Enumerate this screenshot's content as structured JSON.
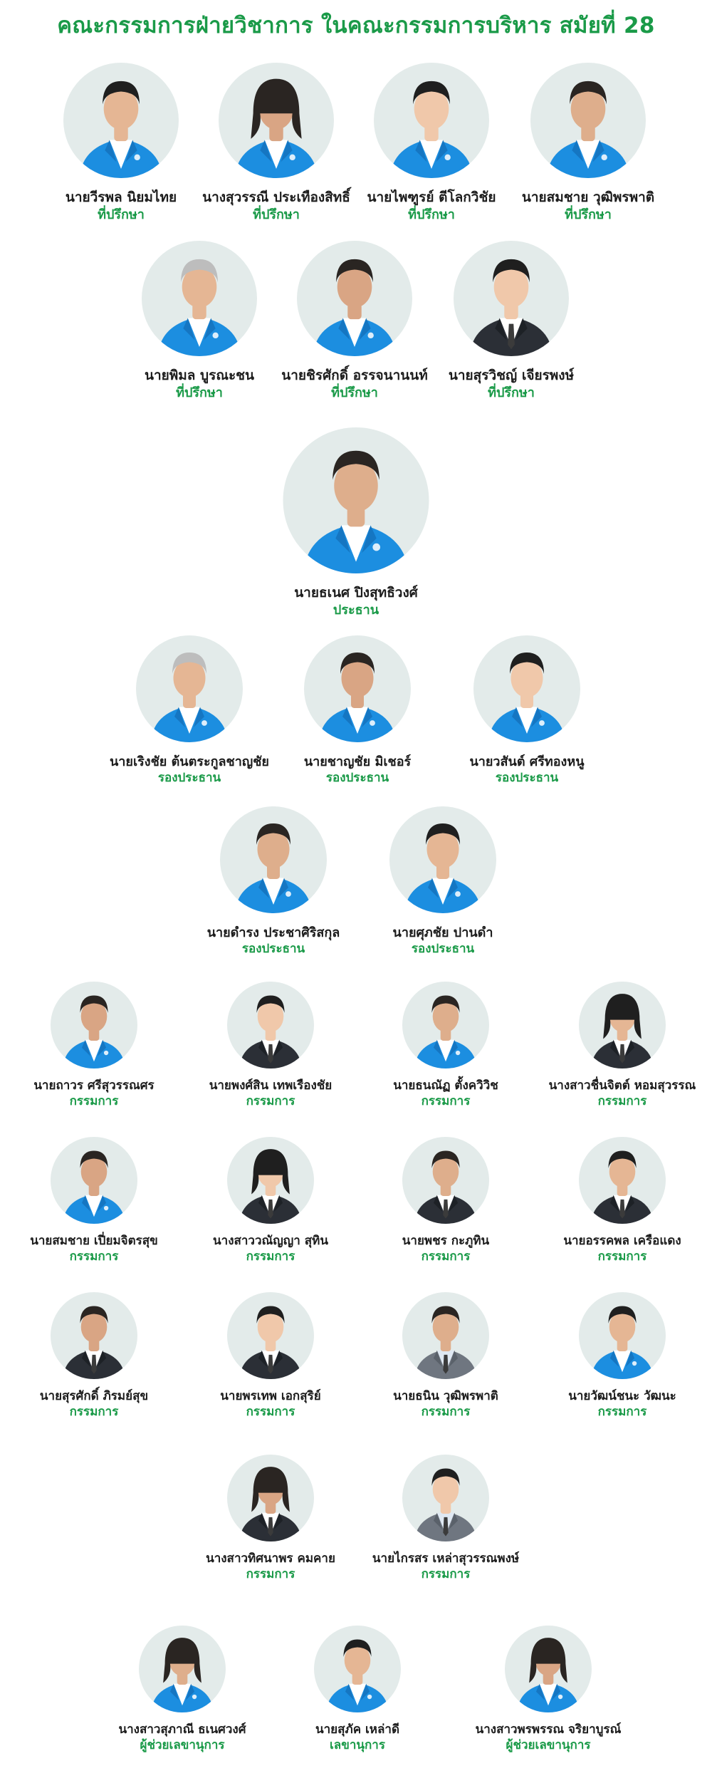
{
  "page_title": "คณะกรรมการฝ่ายวิชาการ ในคณะกรรมการบริหาร สมัยที่ 28",
  "colors": {
    "title": "#1a9a48",
    "role": "#1a9a48",
    "name": "#1c1c1c",
    "photo_bg": "#e3ebea",
    "jacket_blue": "#1c8ee0",
    "dark_suit": "#2b2f36"
  },
  "members": [
    {
      "name": "นายวีรพล นิยมไทย",
      "role": "ที่ปรึกษา",
      "attire": "blue-jacket"
    },
    {
      "name": "นางสุวรรณี ประเทืองสิทธิ์",
      "role": "ที่ปรึกษา",
      "attire": "blue-jacket"
    },
    {
      "name": "นายไพฑูรย์ ตีโลกวิชัย",
      "role": "ที่ปรึกษา",
      "attire": "blue-jacket"
    },
    {
      "name": "นายสมชาย วุฒิพรพาติ",
      "role": "ที่ปรึกษา",
      "attire": "blue-jacket"
    },
    {
      "name": "นายพิมล บูรณะชน",
      "role": "ที่ปรึกษา",
      "attire": "blue-jacket"
    },
    {
      "name": "นายชิรศักดิ์ อรรจนานนท์",
      "role": "ที่ปรึกษา",
      "attire": "blue-jacket"
    },
    {
      "name": "นายสุรวิชญ์ เจียรพงษ์",
      "role": "ที่ปรึกษา",
      "attire": "dark-suit"
    },
    {
      "name": "นายธเนศ ปิงสุทธิวงศ์",
      "role": "ประธาน",
      "attire": "blue-jacket"
    },
    {
      "name": "นายเริงชัย ต้นตระกูลชาญชัย",
      "role": "รองประธาน",
      "attire": "blue-jacket"
    },
    {
      "name": "นายชาญชัย มิเชอร์",
      "role": "รองประธาน",
      "attire": "blue-jacket"
    },
    {
      "name": "นายวสันต์ ศรีทองหนู",
      "role": "รองประธาน",
      "attire": "blue-jacket"
    },
    {
      "name": "นายดำรง ประชาศิริสกุล",
      "role": "รองประธาน",
      "attire": "blue-jacket"
    },
    {
      "name": "นายศุภชัย ปานดำ",
      "role": "รองประธาน",
      "attire": "blue-jacket"
    },
    {
      "name": "นายถาวร ศรีสุวรรณศร",
      "role": "กรรมการ",
      "attire": "blue-jacket"
    },
    {
      "name": "นายพงศ์สิน เทพเรืองชัย",
      "role": "กรรมการ",
      "attire": "dark-suit"
    },
    {
      "name": "นายธนณัฏ ตั้งควิวิช",
      "role": "กรรมการ",
      "attire": "blue-jacket"
    },
    {
      "name": "นางสาวชื่นจิตต์ หอมสุวรรณ",
      "role": "กรรมการ",
      "attire": "dark-suit"
    },
    {
      "name": "นายสมชาย เปี่ยมจิตรสุข",
      "role": "กรรมการ",
      "attire": "blue-jacket"
    },
    {
      "name": "นางสาววณัญญา สุทิน",
      "role": "กรรมการ",
      "attire": "dark-suit"
    },
    {
      "name": "นายพชร กะภูทิน",
      "role": "กรรมการ",
      "attire": "dark-suit"
    },
    {
      "name": "นายอรรคพล เครือแดง",
      "role": "กรรมการ",
      "attire": "dark-suit"
    },
    {
      "name": "นายสุรศักดิ์ ภิรมย์สุข",
      "role": "กรรมการ",
      "attire": "dark-suit"
    },
    {
      "name": "นายพรเทพ เอกสุริย์",
      "role": "กรรมการ",
      "attire": "dark-suit"
    },
    {
      "name": "นายธนิน วุฒิพรพาติ",
      "role": "กรรมการ",
      "attire": "grey-suit"
    },
    {
      "name": "นายวัฒน์ชนะ วัฒนะ",
      "role": "กรรมการ",
      "attire": "blue-jacket"
    },
    {
      "name": "นางสาวทิศนาพร คมคาย",
      "role": "กรรมการ",
      "attire": "dark-suit"
    },
    {
      "name": "นายไกรสร เหล่าสุวรรณพงษ์",
      "role": "กรรมการ",
      "attire": "grey-suit"
    },
    {
      "name": "นางสาวสุภาณี ธเนศวงศ์",
      "role": "ผู้ช่วยเลขานุการ",
      "attire": "blue-jacket"
    },
    {
      "name": "นายสุภัค เหล่าดี",
      "role": "เลขานุการ",
      "attire": "blue-jacket"
    },
    {
      "name": "นางสาวพรพรรณ จริยาบูรณ์",
      "role": "ผู้ช่วยเลขานุการ",
      "attire": "blue-jacket"
    }
  ]
}
